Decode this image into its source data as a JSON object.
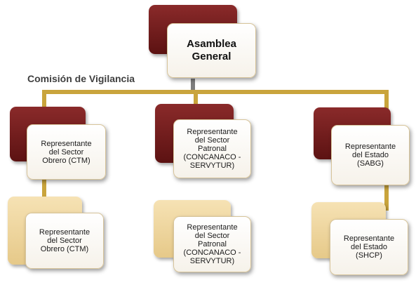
{
  "diagram": {
    "root": {
      "label": "Asamblea\nGeneral"
    },
    "commission_label": "Comisión de Vigilancia",
    "columns": [
      {
        "top": "Representante\ndel Sector\nObrero (CTM)",
        "bottom": "Representante\ndel Sector\nObrero (CTM)"
      },
      {
        "top": "Representante\ndel Sector\nPatronal\n(CONCANACO -\nSERVYTUR)",
        "bottom": "Representante\ndel Sector\nPatronal\n(CONCANACO -\nSERVYTUR)"
      },
      {
        "top": "Representante\ndel Estado\n(SABG)",
        "bottom": "Representante\ndel Estado\n(SHCP)"
      }
    ]
  },
  "colors": {
    "maroon": "#7a1f1f",
    "tan": "#efd49c",
    "connector_gold": "#c9a43c",
    "connector_grey": "#7d7d7d"
  }
}
